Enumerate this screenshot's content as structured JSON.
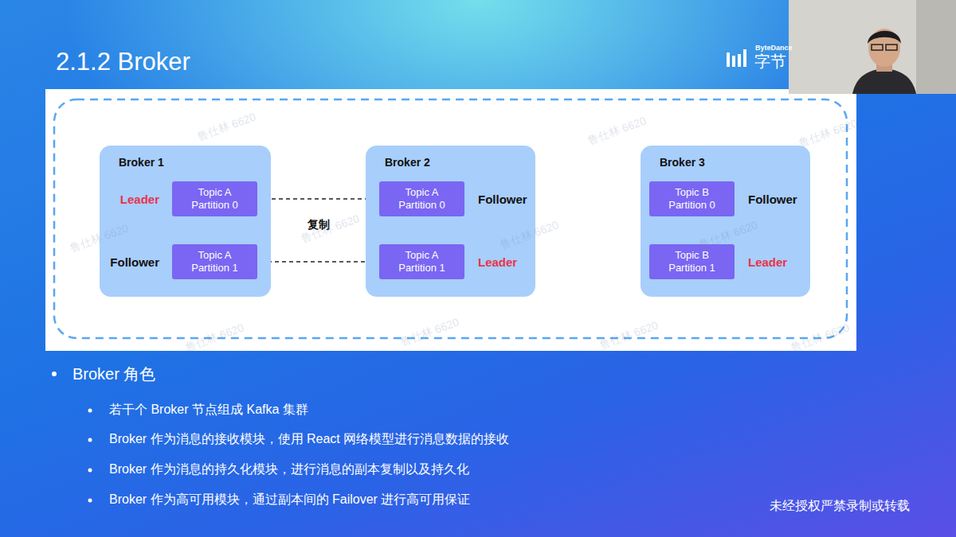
{
  "diagram": {
    "title": "2.1.2 Broker",
    "nodes": [
      {
        "text": [
          "Broker 1"
        ]
      },
      {
        "text": [
          "Topic A Partition 0",
          "Leader"
        ],
        "in": 0
      },
      {
        "text": [
          "Topic A Partition 1",
          "Follower"
        ],
        "in": 0
      },
      {
        "text": [
          "Broker 2"
        ]
      },
      {
        "text": [
          "Topic A Partition 0",
          "Follower"
        ],
        "in": 3
      },
      {
        "text": [
          "Topic A Partition 1",
          "Leader"
        ],
        "in": 3
      },
      {
        "text": [
          "Broker 3"
        ]
      },
      {
        "text": [
          "Topic B Partition 0",
          "Follower"
        ],
        "in": 6
      },
      {
        "text": [
          "Topic B Partition 1",
          "Leader"
        ],
        "in": 6
      }
    ],
    "edges": [
      {
        "from": 1,
        "to": 4,
        "arrow": "to",
        "label": "复制"
      },
      {
        "from": 5,
        "to": 2,
        "arrow": "to"
      }
    ],
    "labels": [
      "ByteDance",
      "字节",
      "Broker 角色",
      "若干个 Broker 节点组成 Kafka 集群",
      "Broker 作为消息的接收模块，使用 React 网络模型进行消息数据的接收",
      "Broker 作为消息的持久化模块，进行消息的副本复制以及持久化",
      "Broker 作为高可用模块，通过副本间的 Failover 进行高可用保证",
      "未经授权严禁录制或转载",
      "鲁仕林 6620",
      "鲁仕林 6620",
      "鲁仕林 6620",
      "鲁仕林 6620",
      "鲁仕林 6620",
      "鲁仕林 6620",
      "鲁仕林 6620",
      "鲁仕林 6620",
      "鲁仕林 6620",
      "鲁仕林 6620",
      "鲁仕林 6620"
    ]
  }
}
